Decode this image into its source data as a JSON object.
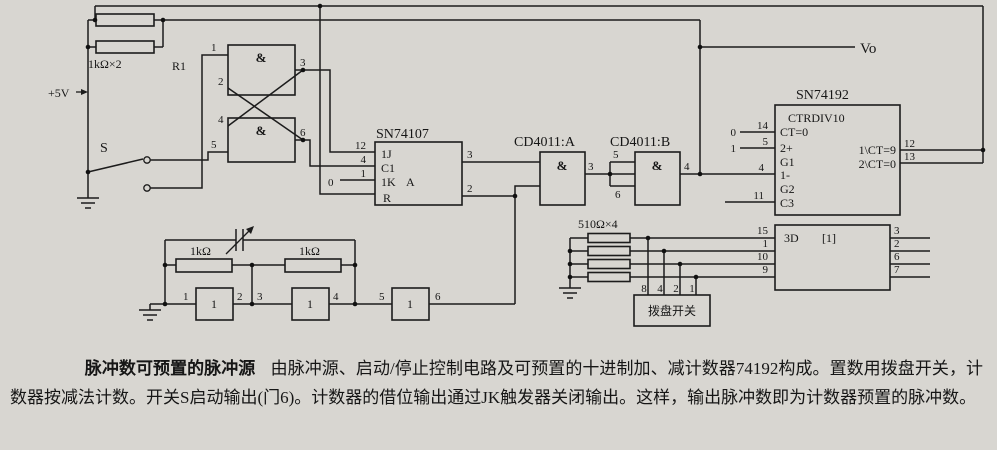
{
  "colors": {
    "bg": "#d8d6d1",
    "ink": "#1c1c1c"
  },
  "schematic": {
    "power": {
      "r_label": "1kΩ×2",
      "vcc": "+5V",
      "switch_label": "S"
    },
    "latch": {
      "name": "R1",
      "gate": "&",
      "pins": [
        "1",
        "2",
        "3",
        "4",
        "5",
        "6"
      ]
    },
    "jk": {
      "title": "SN74107",
      "rows": [
        "1J",
        "C1",
        "1K",
        "R"
      ],
      "suffix": "A",
      "pins_left": [
        "12",
        "4",
        "1"
      ],
      "const0": "0",
      "pins_right": [
        "3",
        "2"
      ]
    },
    "nandA": {
      "title": "CD4011:A",
      "gate": "&",
      "out": "3"
    },
    "nandB": {
      "title": "CD4011:B",
      "gate": "&",
      "in1": "5",
      "in2": "6",
      "out": "4"
    },
    "counter": {
      "title": "SN74192",
      "header": "CTRDIV10",
      "rows_left": [
        "CT=0",
        "2+",
        "G1",
        "1-",
        "G2",
        "C3"
      ],
      "pins_left": [
        "14",
        "5",
        "4",
        "11"
      ],
      "levels": [
        "0",
        "1"
      ],
      "rows_right": [
        "1\\CT=9",
        "2\\CT=0"
      ],
      "pins_right": [
        "12",
        "13"
      ]
    },
    "register": {
      "row1": "3D",
      "row2": "[1]",
      "pins_left": [
        "15",
        "1",
        "10",
        "9"
      ],
      "pins_right": [
        "3",
        "2",
        "6",
        "7"
      ]
    },
    "rpack": {
      "label": "510Ω×4"
    },
    "dial": {
      "label": "拨盘开关",
      "digits": [
        "8",
        "4",
        "2",
        "1"
      ]
    },
    "osc": {
      "r1": "1kΩ",
      "r2": "1kΩ",
      "inv": "1",
      "pins": [
        "1",
        "2",
        "3",
        "4",
        "5",
        "6"
      ]
    },
    "vo": "Vo"
  },
  "caption": {
    "title": "脉冲数可预置的脉冲源",
    "body": "由脉冲源、启动/停止控制电路及可预置的十进制加、减计数器74192构成。置数用拨盘开关，计数器按减法计数。开关S启动输出(门6)。计数器的借位输出通过JK触发器关闭输出。这样，输出脉冲数即为计数器预置的脉冲数。"
  }
}
